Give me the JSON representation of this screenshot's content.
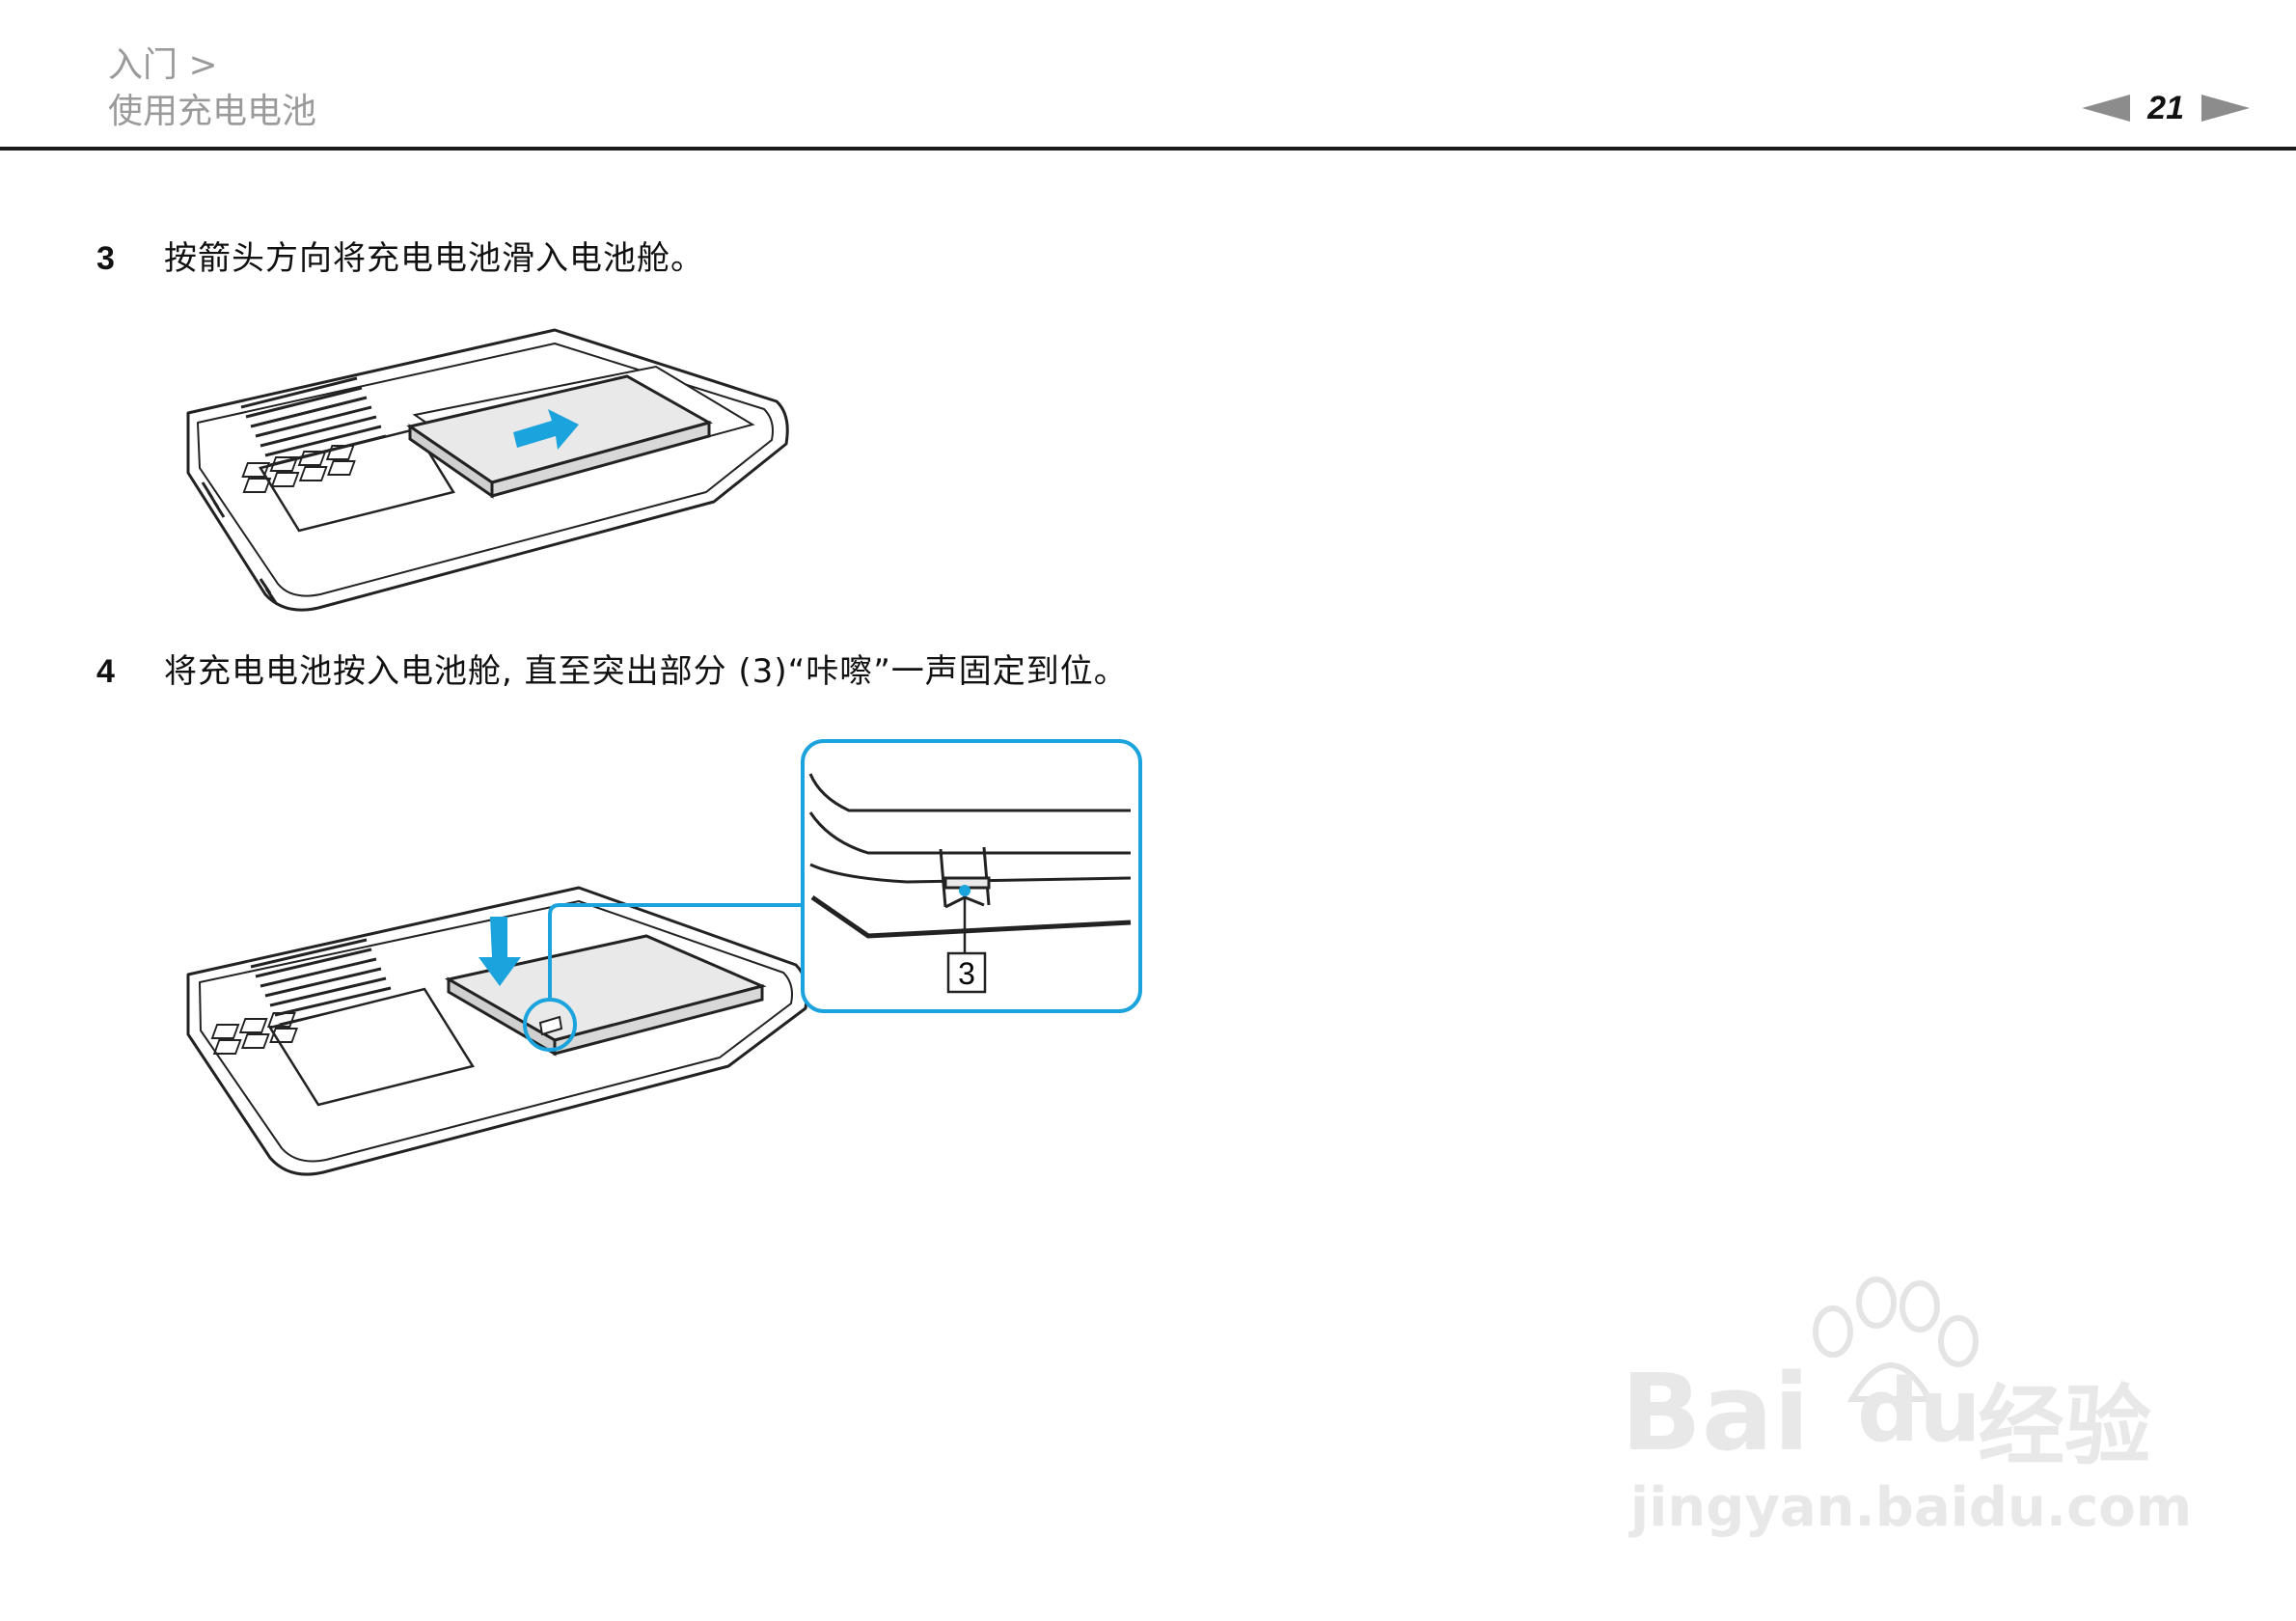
{
  "header": {
    "breadcrumb_parent": "入门 >",
    "breadcrumb_current": "使用充电电池",
    "page_number": "21"
  },
  "steps": [
    {
      "number": "3",
      "text": "按箭头方向将充电电池滑入电池舱。"
    },
    {
      "number": "4",
      "text": "将充电电池按入电池舱, 直至突出部分 (3)“咔嚓”一声固定到位。"
    }
  ],
  "figure2": {
    "callout_label": "3"
  },
  "colors": {
    "accent": "#1aa3dc",
    "rule": "#1a1a1a",
    "nav_arrow": "#8c8c8c"
  },
  "watermark": {
    "brand_left": "Bai",
    "brand_right": "du",
    "brand_cn": "经验",
    "site": "jingyan.baidu.com"
  }
}
